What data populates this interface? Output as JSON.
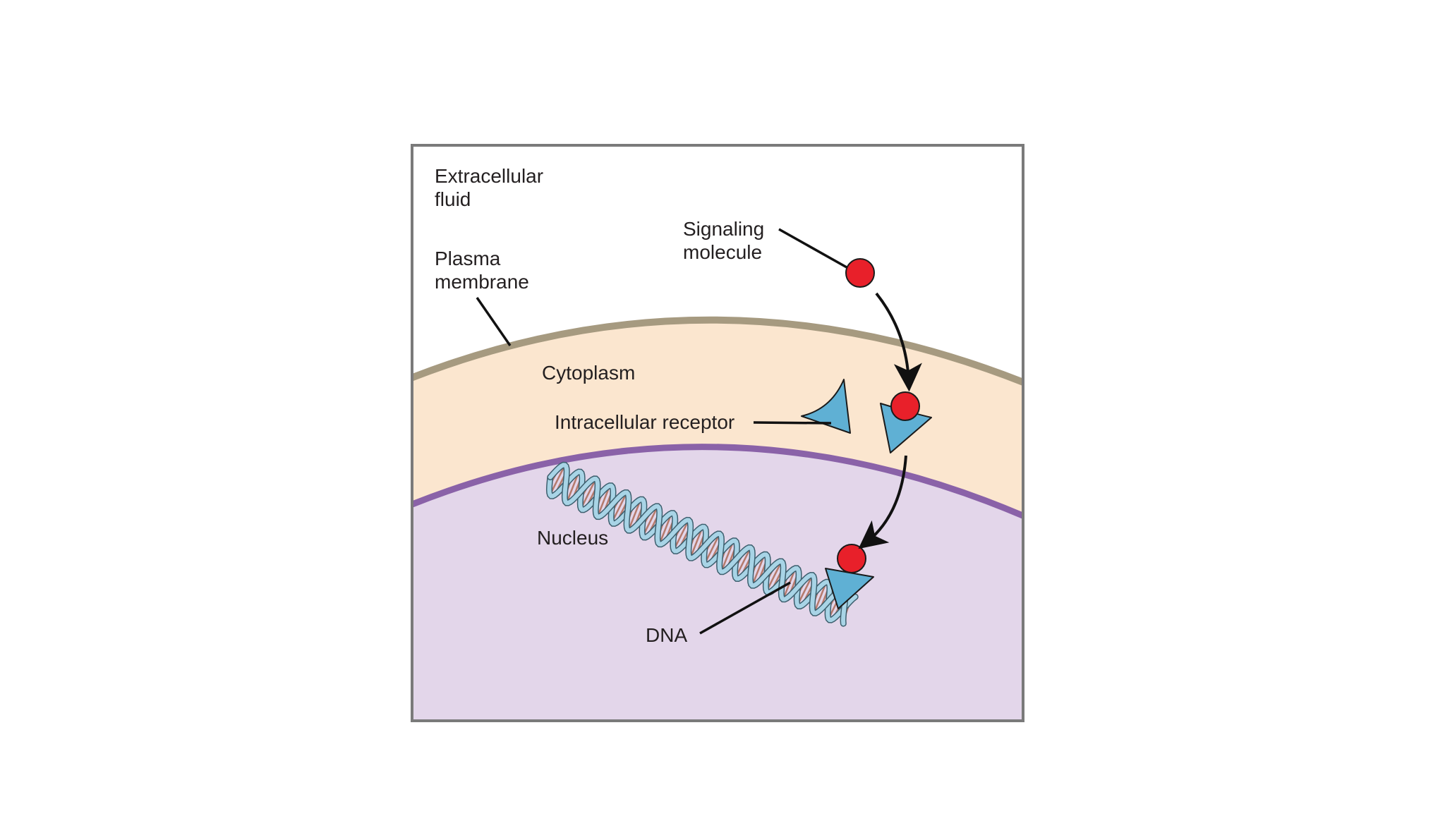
{
  "labels": {
    "extracellular_line1": "Extracellular",
    "extracellular_line2": "fluid",
    "plasma_line1": "Plasma",
    "plasma_line2": "membrane",
    "signaling_line1": "Signaling",
    "signaling_line2": "molecule",
    "cytoplasm": "Cytoplasm",
    "receptor": "Intracellular receptor",
    "nucleus": "Nucleus",
    "dna": "DNA"
  },
  "colors": {
    "extracellular": "#ffffff",
    "cytoplasm": "#fbe6cf",
    "nucleus": "#e3d6ea",
    "plasma_membrane": "#a69a80",
    "nuclear_envelope": "#8a62a8",
    "signaling_molecule": "#e8202a",
    "receptor": "#5fb0d4",
    "dna_backbone": "#a8d4e6",
    "dna_rungs": "#b57a6c",
    "frame": "#7a7a7a"
  }
}
